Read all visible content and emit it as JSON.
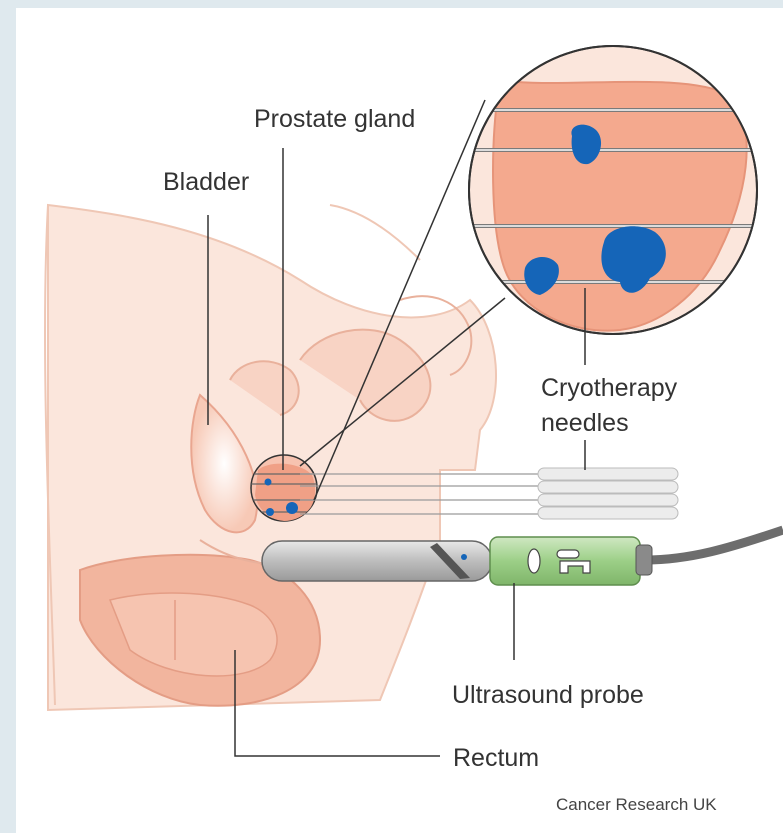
{
  "labels": {
    "prostate": "Prostate gland",
    "bladder": "Bladder",
    "cryo_line1": "Cryotherapy",
    "cryo_line2": "needles",
    "ultrasound": "Ultrasound probe",
    "rectum": "Rectum"
  },
  "credit": "Cancer Research UK",
  "colors": {
    "background": "#dfe9ee",
    "panel": "#ffffff",
    "tissue_light": "#fbe6dc",
    "tissue_outline": "#e9b9a5",
    "organ": "#f5c2ae",
    "gland": "#f2a98f",
    "tumour": "#1565b8",
    "probe_metal": "#c9c9c9",
    "probe_handle": "#9ccf87",
    "needle": "#d9d9d9",
    "line": "#333333"
  }
}
